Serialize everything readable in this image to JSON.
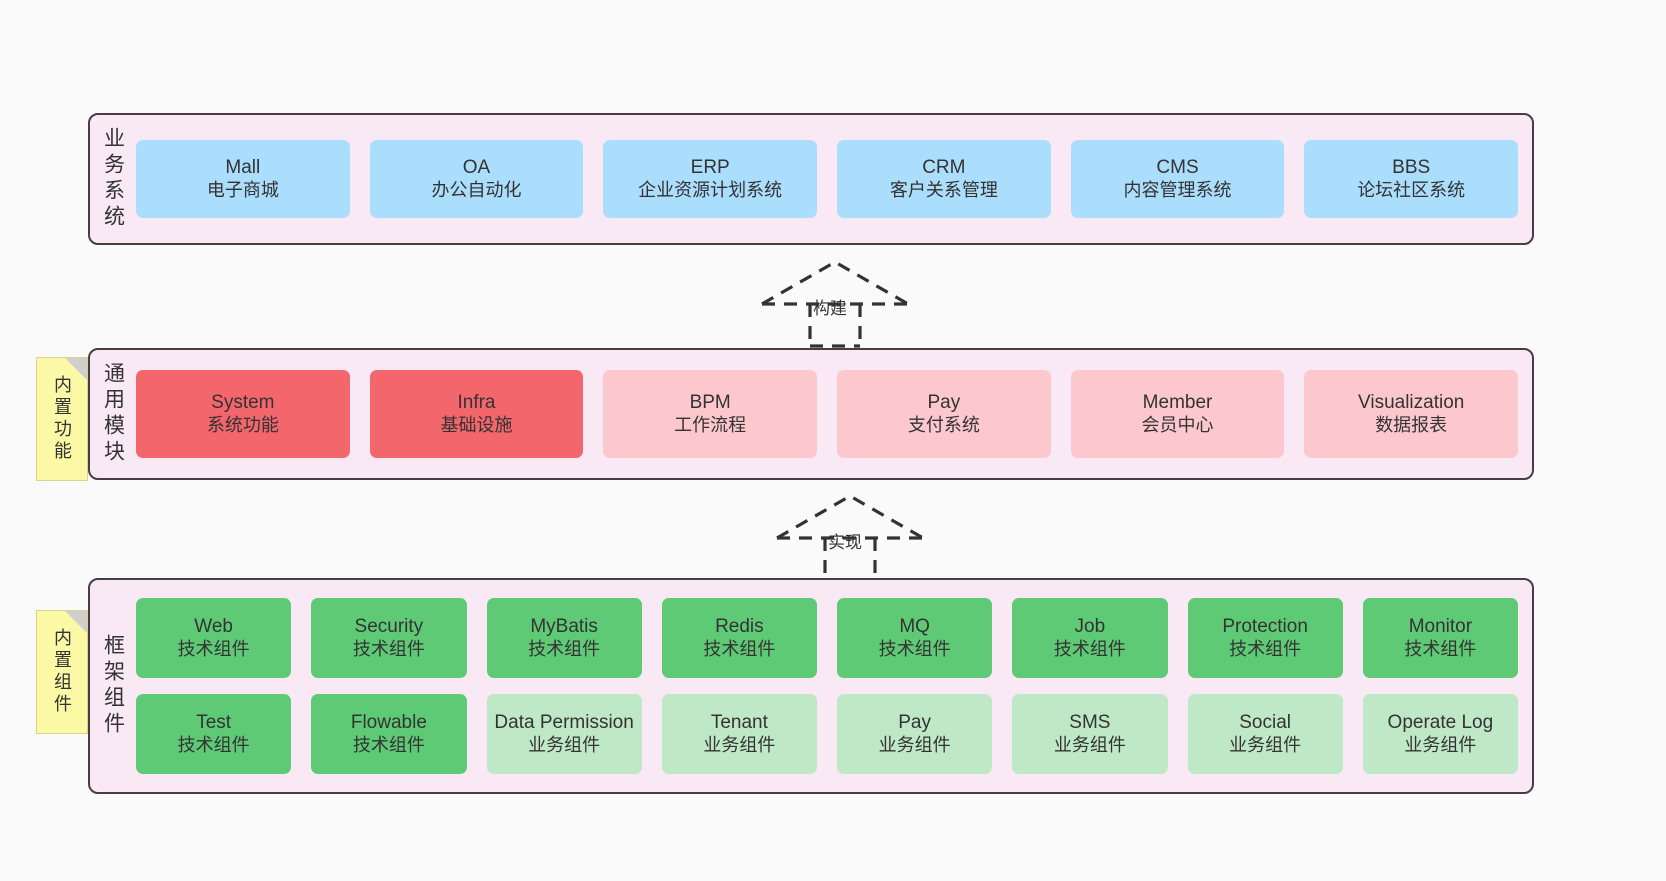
{
  "diagram": {
    "title_visible": false,
    "colors": {
      "layer_bg": "#f8e9f4",
      "layer_border": "#4a3c42",
      "business": "#abddfd",
      "module_core": "#f3666c",
      "module_plain": "#fcc8cd",
      "tech_component": "#5fca76",
      "business_component": "#bfe8c6",
      "sticky": "#fbf8a6",
      "page_bg": "#fafafa"
    }
  },
  "layers": [
    {
      "id": "business-system",
      "title": "业务系统",
      "sticky": null,
      "rows": [
        {
          "style": "c-blue",
          "height": "h-biz",
          "nodes": [
            {
              "en": "Mall",
              "cn": "电子商城"
            },
            {
              "en": "OA",
              "cn": "办公自动化"
            },
            {
              "en": "ERP",
              "cn": "企业资源计划系统"
            },
            {
              "en": "CRM",
              "cn": "客户关系管理"
            },
            {
              "en": "CMS",
              "cn": "内容管理系统"
            },
            {
              "en": "BBS",
              "cn": "论坛社区系统"
            }
          ]
        }
      ]
    },
    {
      "id": "common-module",
      "title": "通用模块",
      "sticky": "内置功能",
      "rows": [
        {
          "style": "mixed",
          "height": "h-mod",
          "nodes": [
            {
              "en": "System",
              "cn": "系统功能",
              "style": "c-red"
            },
            {
              "en": "Infra",
              "cn": "基础设施",
              "style": "c-red"
            },
            {
              "en": "BPM",
              "cn": "工作流程",
              "style": "c-pink"
            },
            {
              "en": "Pay",
              "cn": "支付系统",
              "style": "c-pink"
            },
            {
              "en": "Member",
              "cn": "会员中心",
              "style": "c-pink"
            },
            {
              "en": "Visualization",
              "cn": "数据报表",
              "style": "c-pink"
            }
          ]
        }
      ]
    },
    {
      "id": "framework-component",
      "title": "框架组件",
      "sticky": "内置组件",
      "rows": [
        {
          "style": "mixed",
          "height": "h-frame",
          "nodes": [
            {
              "en": "Web",
              "cn": "技术组件",
              "style": "c-green"
            },
            {
              "en": "Security",
              "cn": "技术组件",
              "style": "c-green"
            },
            {
              "en": "MyBatis",
              "cn": "技术组件",
              "style": "c-green"
            },
            {
              "en": "Redis",
              "cn": "技术组件",
              "style": "c-green"
            },
            {
              "en": "MQ",
              "cn": "技术组件",
              "style": "c-green"
            },
            {
              "en": "Job",
              "cn": "技术组件",
              "style": "c-green"
            },
            {
              "en": "Protection",
              "cn": "技术组件",
              "style": "c-green"
            },
            {
              "en": "Monitor",
              "cn": "技术组件",
              "style": "c-green"
            }
          ]
        },
        {
          "style": "mixed",
          "height": "h-frame",
          "nodes": [
            {
              "en": "Test",
              "cn": "技术组件",
              "style": "c-green"
            },
            {
              "en": "Flowable",
              "cn": "技术组件",
              "style": "c-green"
            },
            {
              "en": "Data Permission",
              "cn": "业务组件",
              "style": "c-lightgreen"
            },
            {
              "en": "Tenant",
              "cn": "业务组件",
              "style": "c-lightgreen"
            },
            {
              "en": "Pay",
              "cn": "业务组件",
              "style": "c-lightgreen"
            },
            {
              "en": "SMS",
              "cn": "业务组件",
              "style": "c-lightgreen"
            },
            {
              "en": "Social",
              "cn": "业务组件",
              "style": "c-lightgreen"
            },
            {
              "en": "Operate Log",
              "cn": "业务组件",
              "style": "c-lightgreen"
            }
          ]
        }
      ]
    }
  ],
  "connectors": [
    {
      "id": "build",
      "label": "构建"
    },
    {
      "id": "implement",
      "label": "实现"
    }
  ]
}
